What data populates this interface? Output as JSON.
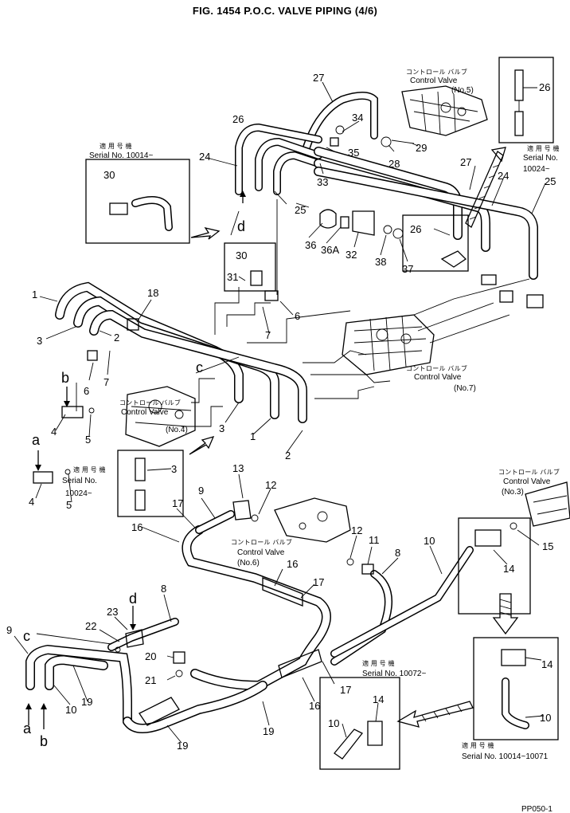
{
  "title": "FIG. 1454  P.O.C. VALVE PIPING (4/6)",
  "footer_code": "PP050-1",
  "valves": {
    "no5": {
      "jp": "コントロール バルブ",
      "name": "Control Valve",
      "no": "(No.5)"
    },
    "no7": {
      "jp": "コントロール バルブ",
      "name": "Control Valve",
      "no": "(No.7)"
    },
    "no4": {
      "jp": "コントロール バルブ",
      "name": "Control Valve",
      "no": "(No.4)"
    },
    "no6": {
      "jp": "コントロール バルブ",
      "name": "Control Valve",
      "no": "(No.6)"
    },
    "no3": {
      "jp": "コントロール バルブ",
      "name": "Control Valve",
      "no": "(No.3)"
    }
  },
  "serials": {
    "s10014_top": {
      "jp": "適 用 号 機",
      "text": "Serial No. 10014~"
    },
    "s10024_right": {
      "jp": "適 用 号 機",
      "l1": "Serial No.",
      "l2": "10024~"
    },
    "s10024_left": {
      "jp": "適 用 号 機",
      "l1": "Serial No.",
      "l2": "10024~"
    },
    "s10072": {
      "jp": "適 用 号 機",
      "text": "Serial No. 10072~"
    },
    "s10014_10071": {
      "jp": "適 用 号 機",
      "text": "Serial No. 10014~10071"
    }
  },
  "callouts": {
    "n1a": "1",
    "n1b": "1",
    "n2a": "2",
    "n2b": "2",
    "n3a": "3",
    "n3b": "3",
    "n3c": "3",
    "n4a": "4",
    "n4b": "4",
    "n5a": "5",
    "n5b": "5",
    "n6a": "6",
    "n6b": "6",
    "n7a": "7",
    "n7b": "7",
    "n8a": "8",
    "n8b": "8",
    "n9a": "9",
    "n9b": "9",
    "n10a": "10",
    "n10b": "10",
    "n10c": "10",
    "n10d": "10",
    "n11": "11",
    "n12a": "12",
    "n12b": "12",
    "n13": "13",
    "n14a": "14",
    "n14b": "14",
    "n14c": "14",
    "n15": "15",
    "n16a": "16",
    "n16b": "16",
    "n16c": "16",
    "n17a": "17",
    "n17b": "17",
    "n17c": "17",
    "n18": "18",
    "n19a": "19",
    "n19b": "19",
    "n19c": "19",
    "n20": "20",
    "n21": "21",
    "n22": "22",
    "n23": "23",
    "n24a": "24",
    "n24b": "24",
    "n25a": "25",
    "n25b": "25",
    "n26a": "26",
    "n26b": "26",
    "n26c": "26",
    "n27a": "27",
    "n27b": "27",
    "n28": "28",
    "n29": "29",
    "n30a": "30",
    "n30b": "30",
    "n31": "31",
    "n32": "32",
    "n33": "33",
    "n34": "34",
    "n35": "35",
    "n36": "36",
    "n36a": "36A",
    "n37": "37",
    "n38": "38"
  },
  "refs": {
    "a1": "a",
    "a2": "a",
    "b1": "b",
    "b2": "b",
    "c1": "c",
    "c2": "c",
    "d1": "d",
    "d2": "d"
  }
}
